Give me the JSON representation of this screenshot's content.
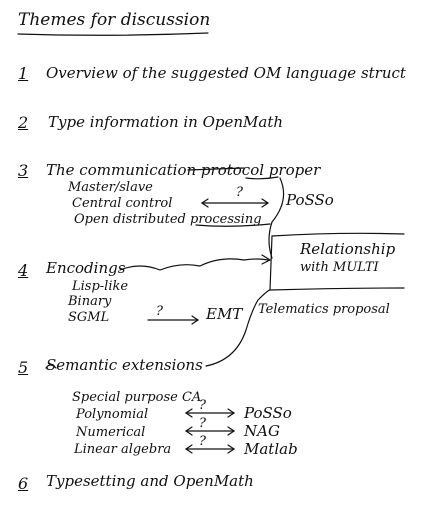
{
  "title": "Themes for discussion",
  "items": [
    {
      "num": "1",
      "text": "Overview of the suggested OM language struct"
    },
    {
      "num": "2",
      "text": "Type information in OpenMath"
    },
    {
      "num": "3",
      "text": "The communication protocol proper",
      "sub": [
        "Master/slave",
        "Central control",
        "Open distributed processing"
      ]
    },
    {
      "num": "4",
      "text": "Encodings",
      "sub": [
        "Lisp-like",
        "Binary",
        "SGML"
      ]
    },
    {
      "num": "5",
      "text": "Semantic extensions",
      "sub": [
        "Special purpose CA",
        "Polynomial",
        "Numerical",
        "Linear algebra"
      ]
    },
    {
      "num": "6",
      "text": "Typesetting and OpenMath"
    }
  ],
  "annotations": {
    "posso_top": "PoSSo",
    "q_mark": "?",
    "relationship_line1": "Relationship",
    "relationship_line2": "with MULTI",
    "emt": "EMT",
    "telematics": "Telematics proposal",
    "target_posso": "PoSSo",
    "target_nag": "NAG",
    "target_matlab": "Matlab"
  },
  "colors": {
    "ink": "#111111",
    "paper": "#ffffff"
  }
}
